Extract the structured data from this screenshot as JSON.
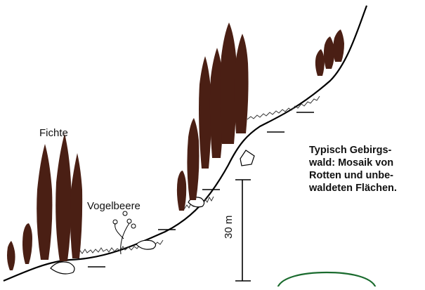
{
  "labels": {
    "spruce": "Fichte",
    "rowan": "Vogelbeere",
    "scale": "30 m"
  },
  "caption": {
    "line1": "Typisch Gebirgs-",
    "line2": "wald: Mosaik von",
    "line3": "Rotten und unbe-",
    "line4": "waldeten Flächen."
  },
  "colors": {
    "tree": "#4a1f14",
    "ground": "#000000",
    "ring": "#1a6b2e"
  }
}
